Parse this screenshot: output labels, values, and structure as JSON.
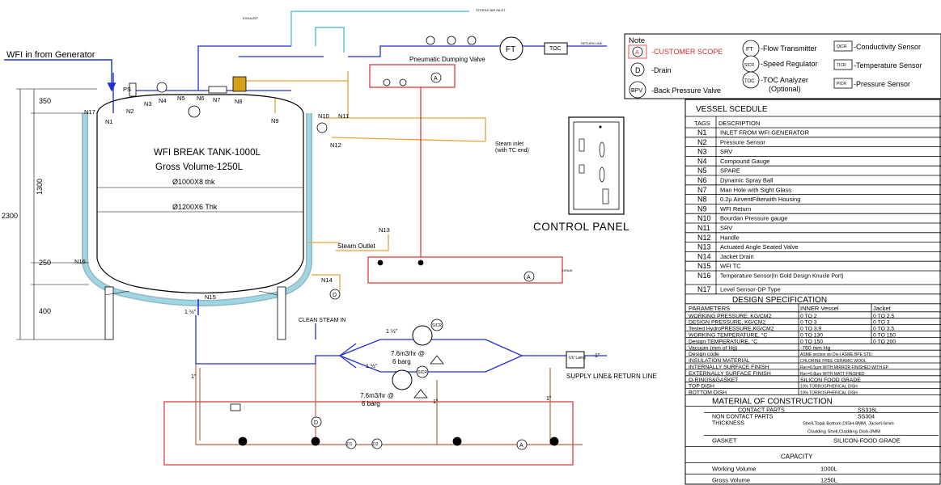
{
  "labels": {
    "wfi_in": "WFI in from Generator",
    "exhaust": "EXHAUST",
    "sterile_air": "STERILE AIR INLET",
    "return_line": "RETURN LINE",
    "pneumatic_valve": "Pneumatic Dumping Valve",
    "ft": "FT",
    "toc_meter": "TOC",
    "tank_title": "WFI BREAK TANK-1000L",
    "tank_gross": "Gross Volume-1250L",
    "dia_inner": "Ø1000X8 thk",
    "dia_outer": "Ø1200X6 Thk",
    "dim_total": "2300",
    "dim_shell": "1300",
    "dim_top": "350",
    "dim_bottom": "250",
    "dim_legs": "400",
    "steam_inlet": "Steam inlet",
    "steam_inlet_sub": "(with TC end)",
    "steam_outlet": "Steam Outlet",
    "control_panel": "CONTROL PANEL",
    "clean_steam": "CLEAN STEAM IN",
    "pump_flow_1": "7.6m3/hr @",
    "pump_bar_1": "6 barg",
    "pump_flow_2": "7.6m3/hr @",
    "pump_bar_2": "6 barg",
    "uv_lamp": "UV Lamp",
    "supply_return": "SUPPLY LINE& RETURN LINE",
    "drain_tag": "DRAIN",
    "A": "A",
    "D": "D",
    "D1": "D1",
    "D2": "D2",
    "sicr": "SICR",
    "size_1_5": "1 ½\"",
    "size_1": "1\""
  },
  "nozzles": [
    "N1",
    "N2",
    "N3",
    "N4",
    "N5",
    "N6",
    "N7",
    "N8",
    "N9",
    "N10",
    "N11",
    "N12",
    "N13",
    "N14",
    "N15",
    "N16",
    "N17",
    "PS"
  ],
  "note": {
    "title": "Note",
    "items": [
      {
        "sym": "A",
        "text": "-CUSTOMER SCOPE"
      },
      {
        "sym": "D",
        "text": "-Drain"
      },
      {
        "sym": "BPV",
        "text": "-Back Pressure Valve"
      },
      {
        "sym": "FT",
        "text": "-Flow Transmitter"
      },
      {
        "sym": "SICR",
        "text": "-Speed Regulator"
      },
      {
        "sym": "TOC",
        "text": "-TOC Analyzer"
      },
      {
        "sym": "",
        "text": "(Optional)"
      },
      {
        "sym": "QICR",
        "text": "-Conductivity Sensor"
      },
      {
        "sym": "TICR",
        "text": "-Temperature Sensor"
      },
      {
        "sym": "PICR",
        "text": "-Pressure Sensor"
      }
    ]
  },
  "schedule": {
    "title": "VESSEL SCEDULE",
    "head_tags": "TAGS",
    "head_desc": "DESCRIPTION",
    "rows": [
      [
        "N1",
        "INLET FROM WFI GENERATOR"
      ],
      [
        "N2",
        "Pressure Sensor"
      ],
      [
        "N3",
        "SRV"
      ],
      [
        "N4",
        "Compound Gauge"
      ],
      [
        "N5",
        "SPARE"
      ],
      [
        "N6",
        "Dynamic Spray Ball"
      ],
      [
        "N7",
        "Man Hole with Sight Glass"
      ],
      [
        "N8",
        "0.2µ AirventFilterwith Housing"
      ],
      [
        "N9",
        "WFI Return"
      ],
      [
        "N10",
        "Bourdan Pressure gauge"
      ],
      [
        "N11",
        "SRV"
      ],
      [
        "N12",
        "Handle"
      ],
      [
        "N13",
        "Actuated Angle Seated Valve"
      ],
      [
        "N14",
        "Jacket Drain"
      ],
      [
        "N15",
        "WFI TC"
      ],
      [
        "N16",
        "Temperature Sensor(In Gold Design Knucle Port)"
      ],
      [
        "N17",
        "Level Sensor-DP Type"
      ]
    ]
  },
  "design": {
    "title": "DESIGN SPECIFICATION",
    "head": [
      "PARAMETERS",
      "INNER Vessel",
      "Jacket"
    ],
    "rows": [
      [
        "WORKING PRESSURE, KG/CM2",
        "0 TO 2",
        "0 TO 2.5"
      ],
      [
        "DESIGN PRESSURE, KG/CM2",
        "0 TO 3",
        "0 TO 3"
      ],
      [
        "Tested HydroPRESSURE,KG/CM2",
        "0 TO 3.9",
        "0 TO 3.5"
      ],
      [
        "WORKING TEMPERATURE, °C",
        "0 TO 130",
        "0 TO 150"
      ],
      [
        "Design TEMPERATURE, °C",
        "0 TO 150",
        "0 TO 200"
      ],
      [
        "Vacuum (mm of Hg)",
        "-760 mm Hg",
        ""
      ],
      [
        "Design code",
        "ASME section viii Div-I ASME BPE STD.",
        ""
      ],
      [
        "INSULATION MATERIAL",
        "CHLORINE FREE CERAMIC WOOL",
        ""
      ],
      [
        "INTERNALLY SURFACE FINISH",
        "Ra<=0.5µm WITH MIRROR FINISHED WITH EP",
        ""
      ],
      [
        "EXTERNALLY SURFACE FINISH",
        "Ra<=0.8µm WITH MATT FINISHED",
        ""
      ],
      [
        "O-RINGS&GASKET",
        "SILICON FOOD GRADE",
        ""
      ],
      [
        "TOP DISH",
        "10% TORROSPHERICAL DISH",
        ""
      ],
      [
        "BOTTOM DISH",
        "10% TORROSPHERICAL DISH",
        ""
      ]
    ]
  },
  "material": {
    "title": "MATERIAL OF CONSTRUCTION",
    "rows": [
      [
        "CONTACT PARTS",
        "SS316L"
      ],
      [
        "NON CONTACT PARTS",
        "SS304"
      ],
      [
        "THICKNESS",
        "Shell,Top& Bottom DISH-8MM, Jacket-6mm"
      ],
      [
        "",
        "Cladding Shell,Cladding Dish-3MM"
      ],
      [
        "GASKET",
        "SILICON-FOOD GRADE"
      ]
    ]
  },
  "capacity": {
    "title": "CAPACITY",
    "rows": [
      [
        "Working Volume",
        "1000L"
      ],
      [
        "Gross Volume",
        "1250L"
      ]
    ]
  },
  "colors": {
    "blue": "#1f2fd0",
    "cyan": "#3fb9d6",
    "orange": "#e8a23a",
    "brown": "#b5654a",
    "red": "#d92d2d",
    "jacket": "#9fd6e3"
  }
}
